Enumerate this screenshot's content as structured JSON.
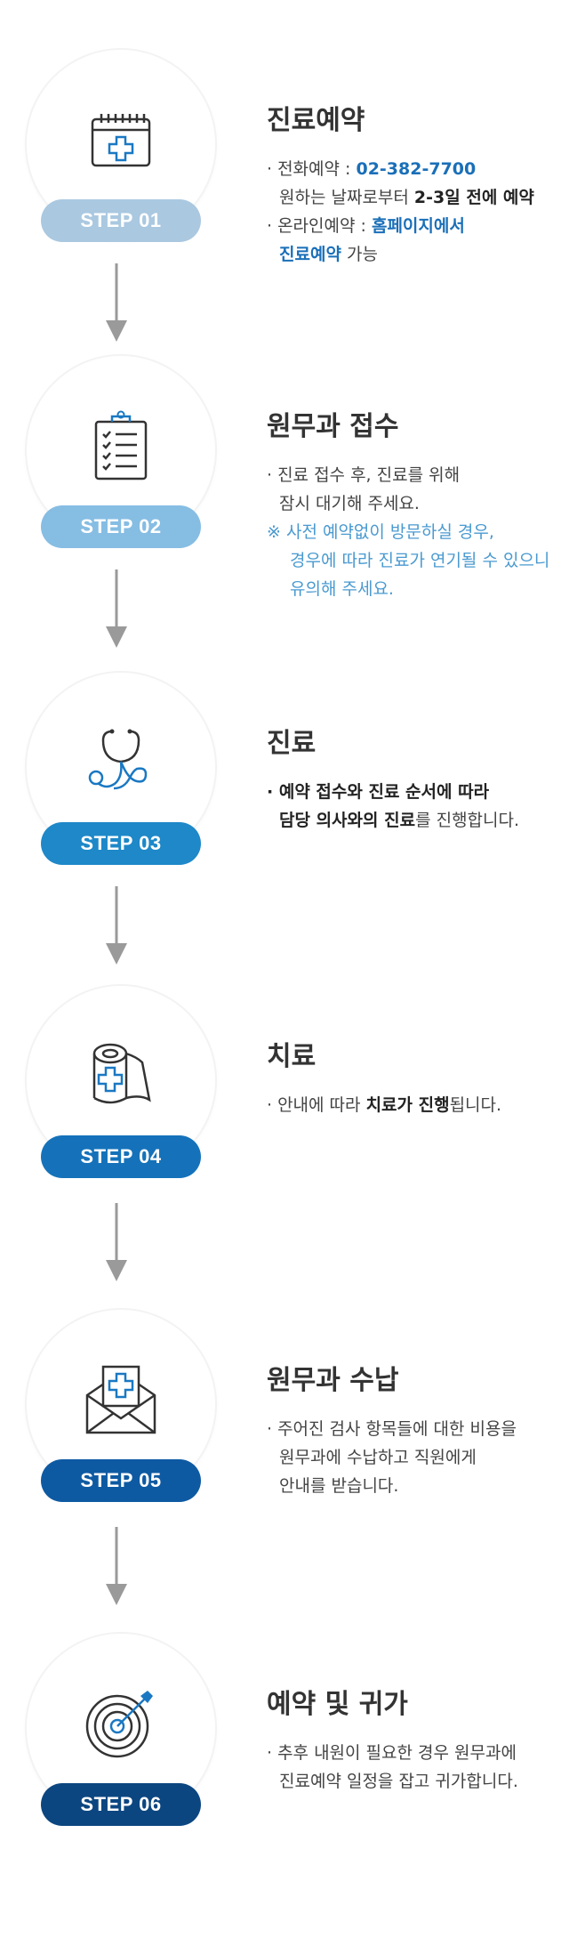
{
  "steps": [
    {
      "step_label": "STEP 01",
      "title": "진료예약",
      "icon": "calendar-cross-icon",
      "pill_color": "#aac8e0",
      "lines": [
        {
          "prefix": "· 전화예약 : ",
          "highlight": "02-382-7700"
        },
        {
          "plain": "원하는 날짜로부터 ",
          "bold": "2-3일 전에 예약"
        },
        {
          "prefix": "· 온라인예약 : ",
          "highlight": "홈페이지에서"
        },
        {
          "highlight": "진료예약",
          "suffix": " 가능"
        }
      ]
    },
    {
      "step_label": "STEP 02",
      "title": "원무과 접수",
      "icon": "clipboard-checklist-icon",
      "pill_color": "#86bde3",
      "lines": [
        "· 진료 접수 후, 진료를 위해",
        "잠시 대기해 주세요."
      ],
      "notes": [
        "※ 사전 예약없이 방문하실 경우,",
        "경우에 따라 진료가 연기될 수 있으니",
        "유의해 주세요."
      ]
    },
    {
      "step_label": "STEP 03",
      "title": "진료",
      "icon": "stethoscope-icon",
      "pill_color": "#1e88c8",
      "line1_bold": "· 예약 접수와 진료 순서에 따라",
      "line2_bold": "담당 의사와의 진료",
      "line2_rest": "를 진행합니다."
    },
    {
      "step_label": "STEP 04",
      "title": "치료",
      "icon": "bandage-roll-icon",
      "pill_color": "#1572ba",
      "line_pre": "· 안내에 따라 ",
      "line_bold": "치료가 진행",
      "line_post": "됩니다."
    },
    {
      "step_label": "STEP 05",
      "title": "원무과 수납",
      "icon": "envelope-cross-icon",
      "pill_color": "#0e5aa2",
      "lines": [
        "· 주어진 검사 항목들에 대한 비용을",
        "원무과에 수납하고 직원에게",
        "안내를 받습니다."
      ]
    },
    {
      "step_label": "STEP 06",
      "title": "예약 및 귀가",
      "icon": "target-dart-icon",
      "pill_color": "#0c4680",
      "lines": [
        "· 추후 내원이 필요한 경우 원무과에",
        "진료예약 일정을 잡고 귀가합니다."
      ]
    }
  ]
}
